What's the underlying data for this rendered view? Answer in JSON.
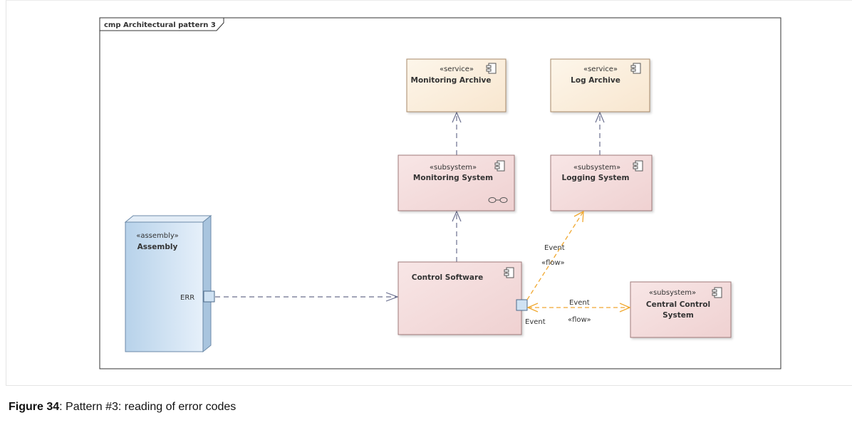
{
  "frame": {
    "label": "cmp Architectural pattern 3"
  },
  "components": {
    "monitoring_archive": {
      "stereotype": "«service»",
      "name": "Monitoring Archive"
    },
    "log_archive": {
      "stereotype": "«service»",
      "name": "Log Archive"
    },
    "monitoring_system": {
      "stereotype": "«subsystem»",
      "name": "Monitoring System"
    },
    "logging_system": {
      "stereotype": "«subsystem»",
      "name": "Logging System"
    },
    "assembly": {
      "stereotype": "«assembly»",
      "name": "Assembly",
      "port": "ERR"
    },
    "control_software": {
      "name": "Control Software",
      "port": "Event"
    },
    "central_control": {
      "stereotype": "«subsystem»",
      "name_line1": "Central Control",
      "name_line2": "System"
    }
  },
  "flows": {
    "to_logging": {
      "label": "Event",
      "stereotype": "«flow»"
    },
    "to_central": {
      "label": "Event",
      "stereotype": "«flow»"
    }
  },
  "caption": {
    "number": "Figure 34",
    "text": ": Pattern #3: reading of error codes"
  },
  "colors": {
    "service_fill": "#fdf3e0",
    "subsystem_fill": "#f5dede",
    "assembly_fill": "#cfe2f3",
    "flow": "#f0a830",
    "dependency": "#6a6f8e"
  }
}
